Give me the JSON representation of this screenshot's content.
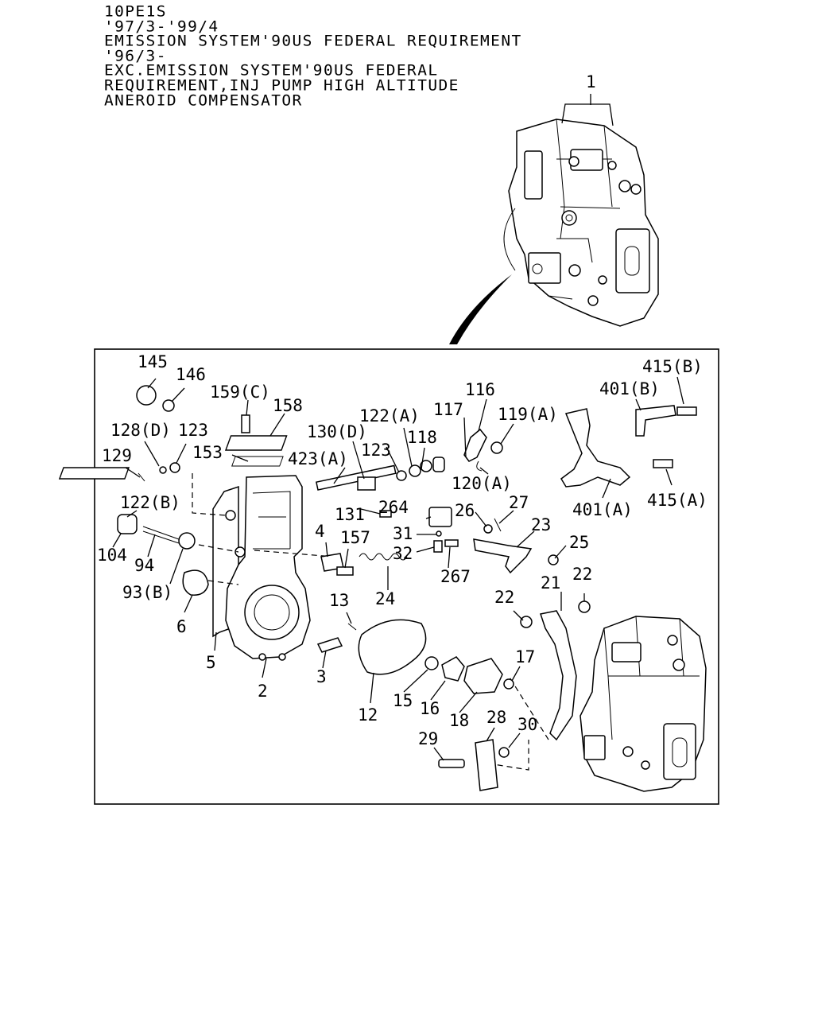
{
  "header": {
    "lines": [
      "10PE1S",
      "'97/3-'99/4",
      "EMISSION SYSTEM'90US FEDERAL REQUIREMENT",
      "'96/3-",
      "EXC.EMISSION SYSTEM'90US FEDERAL",
      "REQUIREMENT,INJ PUMP HIGH ALTITUDE",
      "ANEROID COMPENSATOR"
    ]
  },
  "callouts": {
    "c1": "1",
    "c145": "145",
    "c146": "146",
    "c159c": "159(C)",
    "c158": "158",
    "c128d": "128(D)",
    "c123a": "123",
    "c129": "129",
    "c153": "153",
    "c423a": "423(A)",
    "c130d": "130(D)",
    "c122a": "122(A)",
    "c117": "117",
    "c116": "116",
    "c119a": "119(A)",
    "c123b": "123",
    "c118": "118",
    "c120a": "120(A)",
    "c401b": "401(B)",
    "c415b": "415(B)",
    "c401a": "401(A)",
    "c415a": "415(A)",
    "c122b": "122(B)",
    "c104": "104",
    "c94": "94",
    "c93b": "93(B)",
    "c6": "6",
    "c5": "5",
    "c2": "2",
    "c3": "3",
    "c4": "4",
    "c131": "131",
    "c264": "264",
    "c26": "26",
    "c27": "27",
    "c157": "157",
    "c31": "31",
    "c32": "32",
    "c23": "23",
    "c25": "25",
    "c24": "24",
    "c267": "267",
    "c13": "13",
    "c22a": "22",
    "c21": "21",
    "c22b": "22",
    "c17": "17",
    "c12": "12",
    "c15": "15",
    "c16": "16",
    "c18": "18",
    "c28": "28",
    "c29": "29",
    "c30": "30"
  }
}
